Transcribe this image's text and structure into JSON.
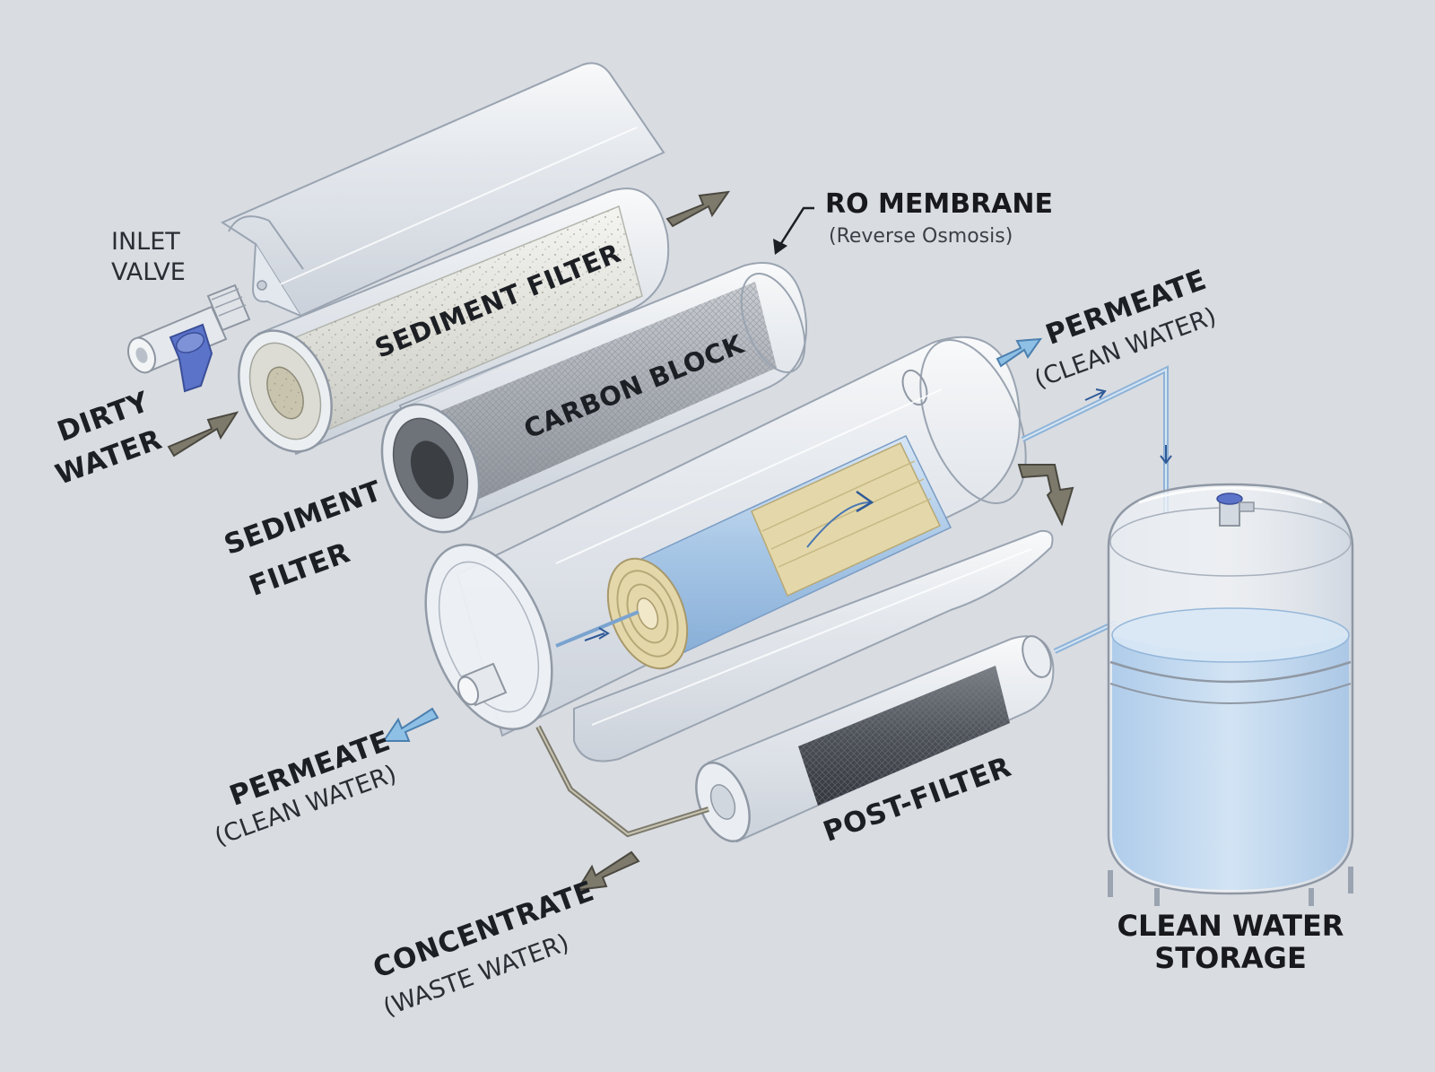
{
  "labels": {
    "inlet_valve_line1": "INLET",
    "inlet_valve_line2": "VALVE",
    "dirty_water_line1": "DIRTY",
    "dirty_water_line2": "WATER",
    "sediment_filter_body": "SEDIMENT FILTER",
    "sediment_filter_callout_line1": "SEDIMENT",
    "sediment_filter_callout_line2": "FILTER",
    "carbon_block": "CARBON BLOCK",
    "ro_membrane": "RO MEMBRANE",
    "ro_membrane_sub": "(Reverse Osmosis)",
    "permeate_right": "PERMEATE",
    "permeate_right_sub": "(CLEAN WATER)",
    "permeate_left": "PERMEATE",
    "permeate_left_sub": "(CLEAN WATER)",
    "post_filter": "POST-FILTER",
    "concentrate": "CONCENTRATE",
    "concentrate_sub": "(WASTE WATER)",
    "storage_line1": "CLEAN WATER",
    "storage_line2": "STORAGE"
  },
  "colors": {
    "background": "#d9dce1",
    "dirty_flow_arrow": "#7d7a6c",
    "clean_flow_arrow": "#8ec0e6",
    "valve_handle": "#5b73c9",
    "tank_water": "#bcd6ef",
    "membrane_layer": "#e4d8aa",
    "text": "#1c1f24"
  }
}
